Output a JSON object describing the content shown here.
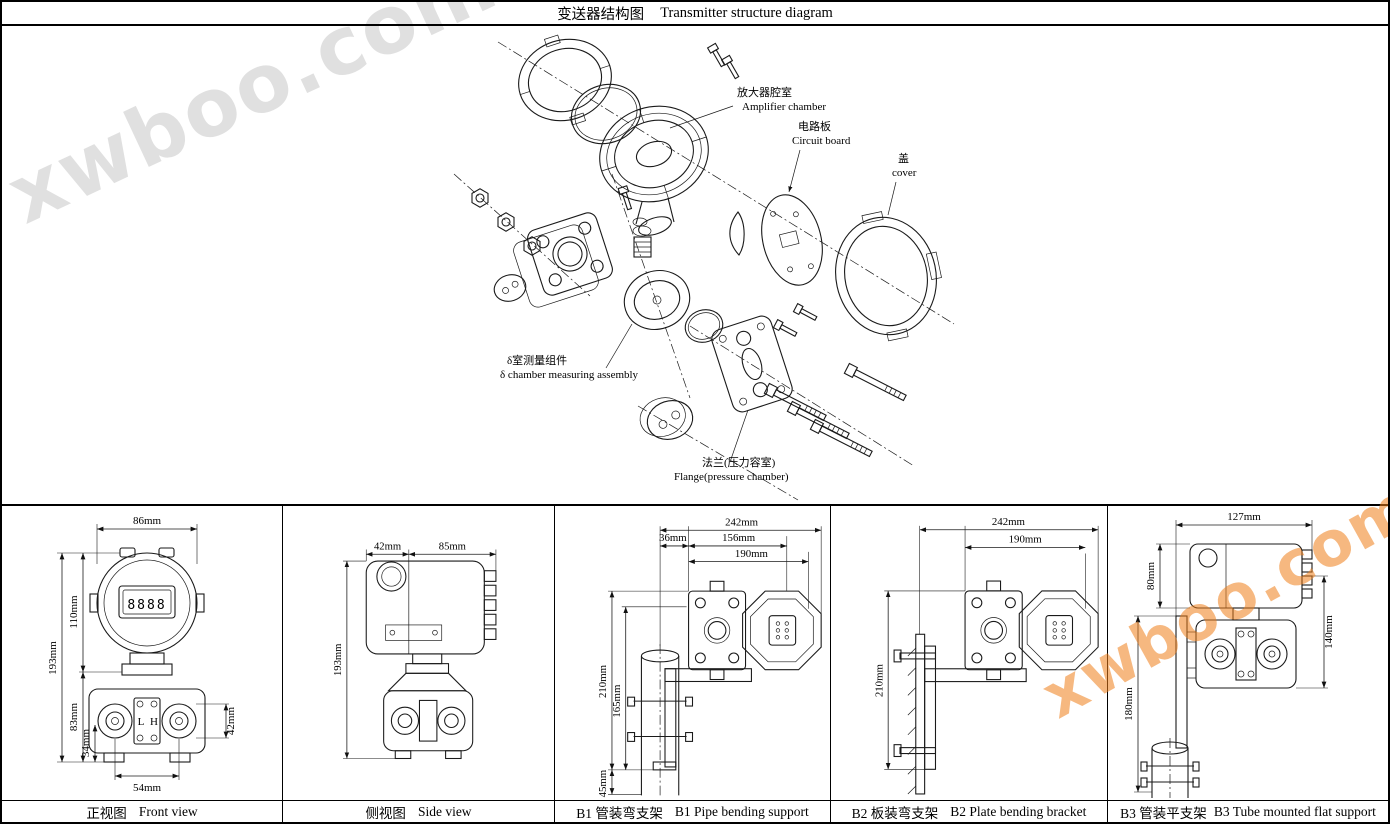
{
  "title": {
    "zh": "变送器结构图",
    "en": "Transmitter structure diagram"
  },
  "watermark": {
    "text": "xwboo.com",
    "gray_color": "#e0e0e0",
    "orange_color": "#ef7f1a"
  },
  "exploded": {
    "labels": {
      "amplifier": {
        "zh": "放大器腔室",
        "en": "Amplifier chamber"
      },
      "circuit_board": {
        "zh": "电路板",
        "en": "Circuit board"
      },
      "cover": {
        "zh": "盖",
        "en": "cover"
      },
      "delta_assembly": {
        "zh": "δ室测量组件",
        "en": "δ chamber measuring assembly"
      },
      "flange": {
        "zh": "法兰(压力容室)",
        "en": "Flange(pressure chamber)"
      }
    }
  },
  "front_view": {
    "caption": {
      "zh": "正视图",
      "en": "Front view"
    },
    "display": "8888",
    "port_labels": {
      "l": "L",
      "h": "H"
    },
    "dims": {
      "top_width": "86mm",
      "upper_height": "110mm",
      "total_height": "193mm",
      "lower_height": "83mm",
      "base_height": "34mm",
      "port_height": "42mm",
      "port_spacing": "54mm"
    }
  },
  "side_view": {
    "caption": {
      "zh": "侧视图",
      "en": "Side view"
    },
    "dims": {
      "front_depth": "42mm",
      "rear_depth": "85mm",
      "total_height": "193mm"
    }
  },
  "b1_view": {
    "caption": {
      "zh": "B1 管装弯支架",
      "en": "B1 Pipe bending support"
    },
    "dims": {
      "total_width": "242mm",
      "pipe_offset": "36mm",
      "mid_width": "156mm",
      "body_width": "190mm",
      "total_height": "210mm",
      "mid_height": "165mm",
      "bottom_height": "45mm"
    }
  },
  "b2_view": {
    "caption": {
      "zh": "B2 板装弯支架",
      "en": "B2 Plate bending bracket"
    },
    "dims": {
      "total_width": "242mm",
      "body_width": "190mm",
      "total_height": "210mm"
    }
  },
  "b3_view": {
    "caption": {
      "zh": "B3 管装平支架",
      "en": "B3 Tube mounted flat support"
    },
    "dims": {
      "top_width": "127mm",
      "housing_height": "80mm",
      "body_height": "140mm",
      "bracket_height": "180mm"
    }
  }
}
